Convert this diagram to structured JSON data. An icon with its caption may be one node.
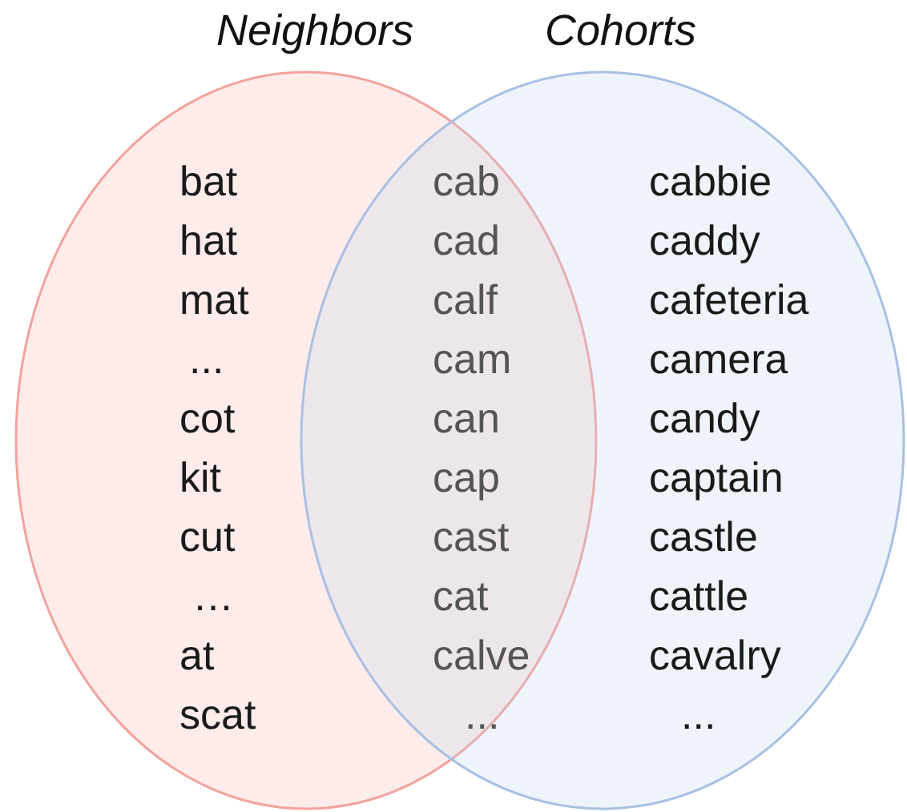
{
  "diagram": {
    "nodes": [
      {
        "text": [
          "Neighbors"
        ]
      },
      {
        "text": [
          "Cohorts"
        ]
      }
    ],
    "labels": [
      "bat",
      "hat",
      "mat",
      "...",
      "cot",
      "kit",
      "cut",
      "…",
      "at",
      "scat",
      "cab",
      "cad",
      "calf",
      "cam",
      "can",
      "cap",
      "cast",
      "cat",
      "calve",
      "...",
      "cabbie",
      "caddy",
      "cafeteria",
      "camera",
      "candy",
      "captain",
      "castle",
      "cattle",
      "cavalry",
      "..."
    ]
  }
}
